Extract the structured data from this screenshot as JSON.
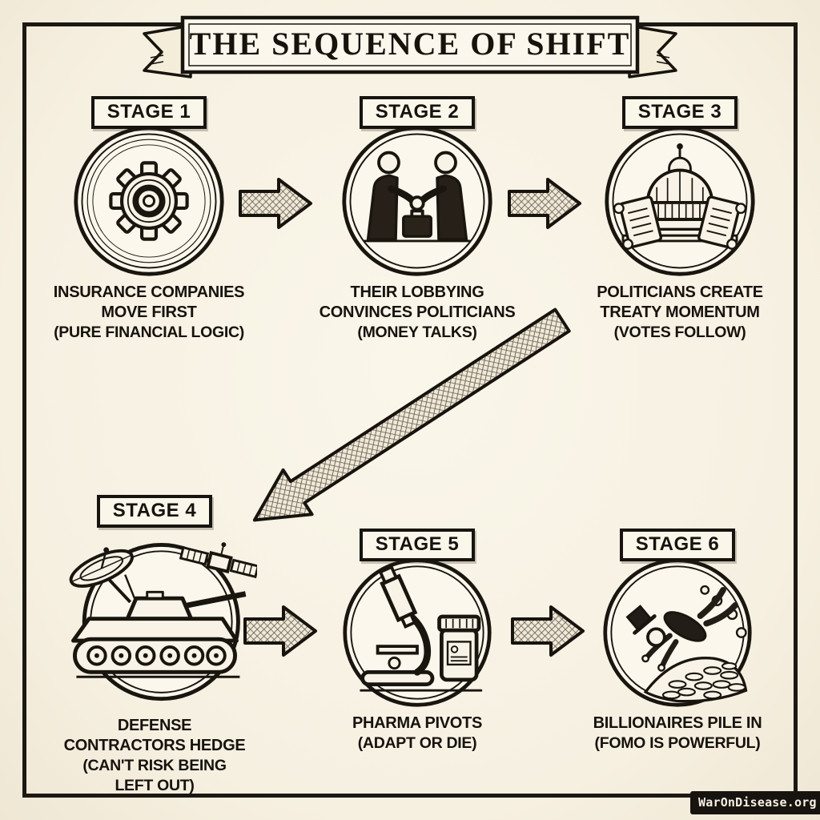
{
  "title": "THE SEQUENCE OF SHIFT",
  "colors": {
    "paper": "#f8f3e6",
    "ink": "#19150f",
    "badge_bg": "#17130e",
    "badge_text": "#f6f1e4"
  },
  "stages": [
    {
      "label": "STAGE 1",
      "icon": "gear-icon",
      "lines": [
        "INSURANCE COMPANIES",
        "MOVE FIRST"
      ],
      "sub": [
        "(PURE FINANCIAL LOGIC)"
      ]
    },
    {
      "label": "STAGE 2",
      "icon": "handshake-icon",
      "lines": [
        "THEIR LOBBYING",
        "CONVINCES POLITICIANS"
      ],
      "sub": [
        "(MONEY TALKS)"
      ]
    },
    {
      "label": "STAGE 3",
      "icon": "capitol-scrolls-icon",
      "lines": [
        "POLITICIANS CREATE",
        "TREATY MOMENTUM"
      ],
      "sub": [
        "(VOTES FOLLOW)"
      ]
    },
    {
      "label": "STAGE 4",
      "icon": "tank-satellite-icon",
      "lines": [
        "DEFENSE",
        "CONTRACTORS HEDGE"
      ],
      "sub": [
        "(CAN'T RISK BEING",
        "LEFT OUT)"
      ]
    },
    {
      "label": "STAGE 5",
      "icon": "microscope-pill-icon",
      "lines": [
        "PHARMA PIVOTS"
      ],
      "sub": [
        "(ADAPT OR DIE)"
      ]
    },
    {
      "label": "STAGE 6",
      "icon": "billionaire-coins-icon",
      "lines": [
        "BILLIONAIRES PILE IN"
      ],
      "sub": [
        "(FOMO IS POWERFUL)"
      ]
    }
  ],
  "footer": {
    "badge": "WarOnDisease.org"
  }
}
